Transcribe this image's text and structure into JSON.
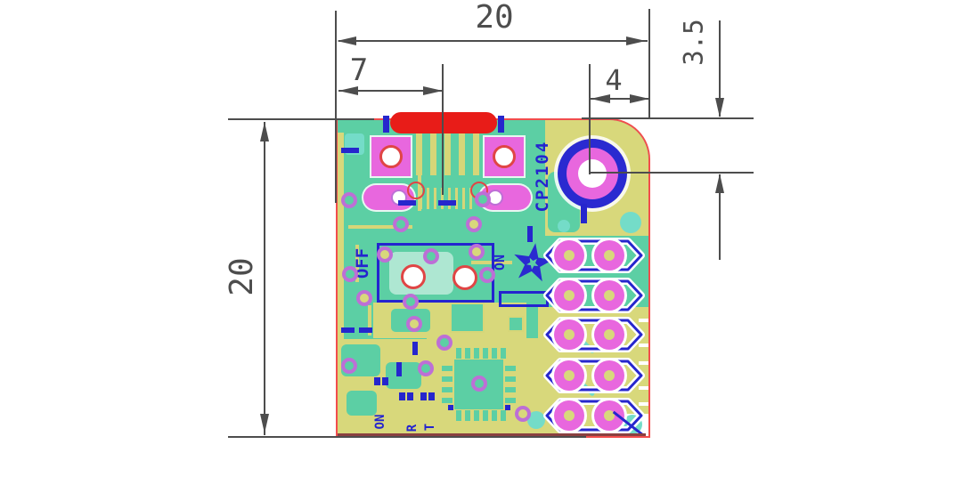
{
  "dimensions": {
    "board_width": "20",
    "board_height": "20",
    "usb_center_offset": "7",
    "hole_center_offset_x": "4",
    "hole_center_offset_y": "3.5"
  },
  "board": {
    "silkscreen": {
      "ic_label": "CP2104",
      "switch_off_label": "OFF",
      "switch_on_label": "ON",
      "led_labels": [
        "ON",
        "R",
        "T"
      ]
    },
    "colors": {
      "copper_teal": "#5ccfa4",
      "substrate_yellow": "#d8d87b",
      "pad_magenta": "#e867de",
      "via_ring_purple": "#bd6fd6",
      "silkscreen_blue": "#2424cf",
      "board_outline_red": "#f14d4d",
      "connector_red": "#e81c18",
      "dimension_gray": "#4d4d4d"
    }
  }
}
